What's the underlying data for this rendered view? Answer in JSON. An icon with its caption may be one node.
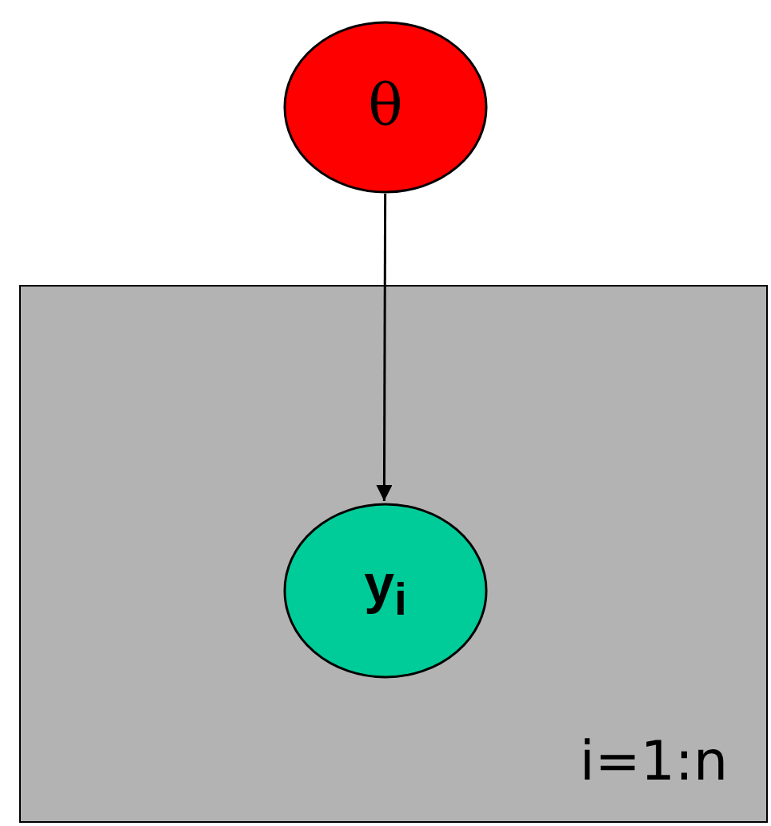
{
  "diagram": {
    "nodes": [
      {
        "text": [
          "θ"
        ]
      },
      {
        "text": [
          "i=1:n"
        ]
      },
      {
        "text": [
          "y$_{i}$"
        ],
        "in": 1
      }
    ],
    "edges": [
      {
        "from": 0,
        "to": 2,
        "arrow": "to"
      }
    ]
  }
}
